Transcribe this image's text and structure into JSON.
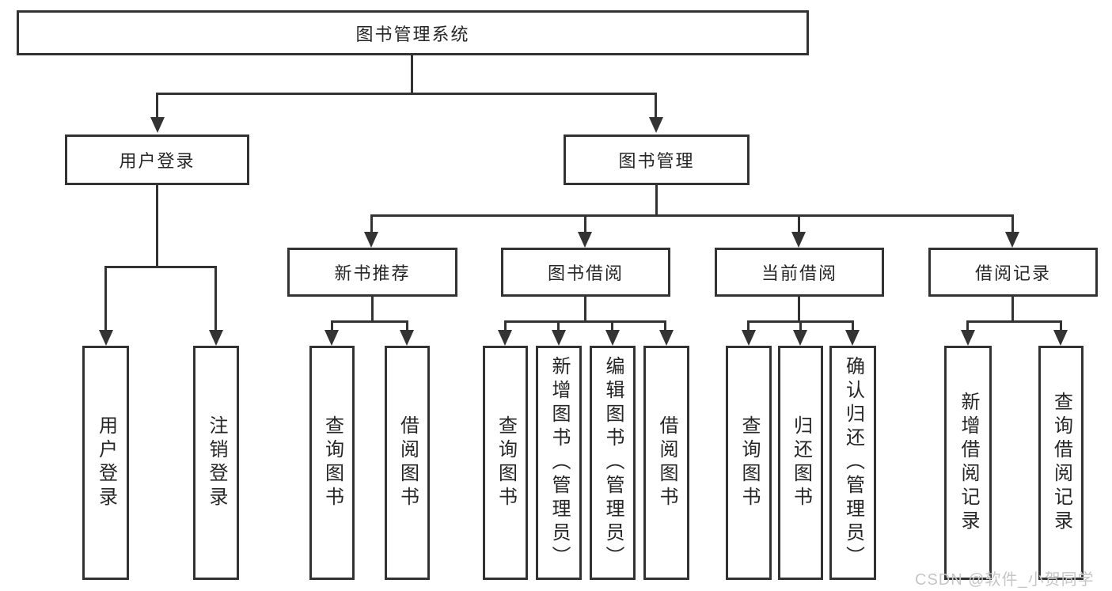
{
  "diagram": {
    "root": {
      "label": "图书管理系统"
    },
    "level2": [
      {
        "label": "用户登录"
      },
      {
        "label": "图书管理"
      }
    ],
    "level3": [
      {
        "label": "新书推荐"
      },
      {
        "label": "图书借阅"
      },
      {
        "label": "当前借阅"
      },
      {
        "label": "借阅记录"
      }
    ],
    "leaves": {
      "login": [
        {
          "label": "用户登录"
        },
        {
          "label": "注销登录"
        }
      ],
      "recommend": [
        {
          "label": "查询图书"
        },
        {
          "label": "借阅图书"
        }
      ],
      "borrow": [
        {
          "label": "查询图书"
        },
        {
          "label": "新增图书（管理员）"
        },
        {
          "label": "编辑图书（管理员）"
        },
        {
          "label": "借阅图书"
        }
      ],
      "current": [
        {
          "label": "查询图书"
        },
        {
          "label": "归还图书"
        },
        {
          "label": "确认归还（管理员）"
        }
      ],
      "records": [
        {
          "label": "新增借阅记录"
        },
        {
          "label": "查询借阅记录"
        }
      ]
    }
  },
  "watermark": {
    "text": "CSDN @软件_小贺同学"
  },
  "colors": {
    "line": "#333333",
    "box_fill": "#ffffff",
    "text": "#262626",
    "watermark": "#c6c6c6"
  }
}
